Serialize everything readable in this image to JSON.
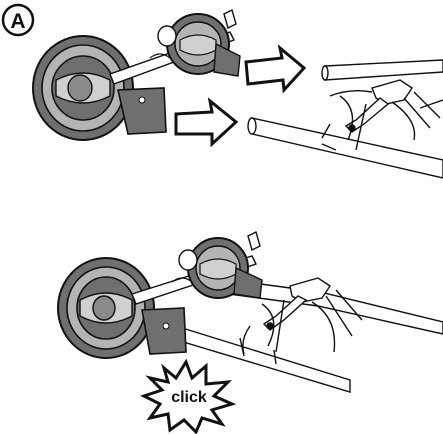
{
  "step_label": "A",
  "sound_label": "click",
  "colors": {
    "outline": "#111111",
    "wheel_rim": "#6f6f6f",
    "wheel_dark": "#3c3c3c",
    "wheel_light": "#b4b4b4",
    "frame_fill": "#ffffff",
    "background": "#ffffff"
  },
  "icons": {
    "insert_arrow": "right-outline-arrow",
    "click_burst": "starburst-outline"
  }
}
